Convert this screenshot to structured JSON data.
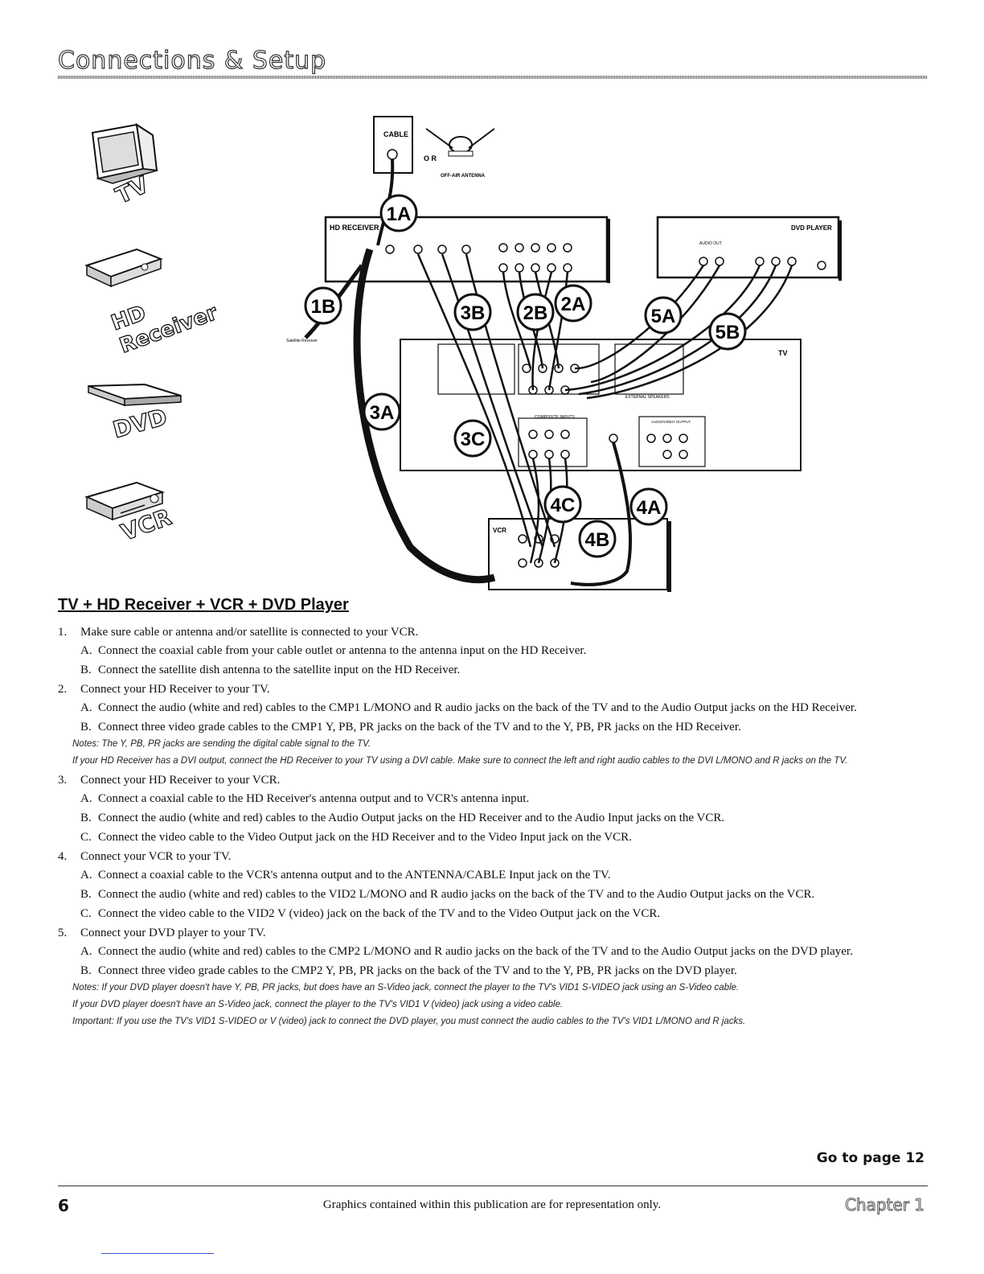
{
  "header": {
    "title": "Connections & Setup"
  },
  "devices": [
    {
      "label": "TV",
      "icon": "tv-icon"
    },
    {
      "label": "HD Receiver",
      "icon": "hd-receiver-icon"
    },
    {
      "label": "DVD",
      "icon": "dvd-player-icon"
    },
    {
      "label": "VCR",
      "icon": "vcr-icon"
    }
  ],
  "diagram": {
    "cable_label": "CABLE",
    "or_label": "O R",
    "antenna_label": "OFF-AIR ANTENNA",
    "hd_receiver_label": "HD RECEIVER",
    "satellite_label": "Satellite Receiver",
    "dvd_player_label": "DVD PLAYER",
    "dvd_audio_out": "AUDIO OUT",
    "tv_label": "TV",
    "composite_inputs": "COMPOSITE INPUTS",
    "audio_video_output": "AUDIO/VIDEO OUTPUT",
    "external_speakers": "EXTERNAL SPEAKERS",
    "vcr_label": "VCR",
    "callouts": [
      "1A",
      "1B",
      "2A",
      "2B",
      "3A",
      "3B",
      "3C",
      "4A",
      "4B",
      "4C",
      "5A",
      "5B"
    ]
  },
  "section": {
    "title": "TV + HD Receiver + VCR + DVD Player"
  },
  "steps": [
    {
      "num": "1.",
      "title": "Make sure cable or antenna and/or satellite is connected to your VCR.",
      "subs": [
        {
          "letter": "A.",
          "text": "Connect the coaxial cable from your cable outlet or antenna to the antenna input on the HD Receiver."
        },
        {
          "letter": "B.",
          "text": "Connect the satellite dish antenna to the satellite input on the HD Receiver."
        }
      ],
      "notes": []
    },
    {
      "num": "2.",
      "title": "Connect your HD Receiver to your TV.",
      "subs": [
        {
          "letter": "A.",
          "text": "Connect the audio (white and red) cables to the CMP1 L/MONO and R audio jacks on the back of the TV and to the Audio Output jacks on the HD Receiver."
        },
        {
          "letter": "B.",
          "text": "Connect three video grade cables to the CMP1 Y, PB, PR jacks on the back of the TV and to the Y, PB, PR jacks on the HD Receiver."
        }
      ],
      "notes": [
        "Notes: The Y, PB, PR jacks are sending the digital cable signal to the TV.",
        "If your HD Receiver has a DVI output, connect the HD Receiver to your TV using a DVI cable. Make sure to connect the left and right audio cables to the DVI L/MONO and R jacks on the TV."
      ]
    },
    {
      "num": "3.",
      "title": "Connect your HD Receiver to your VCR.",
      "subs": [
        {
          "letter": "A.",
          "text": "Connect a coaxial cable to the HD Receiver's antenna output and to VCR's antenna input."
        },
        {
          "letter": "B.",
          "text": "Connect the audio (white and red) cables to the Audio Output jacks on the HD Receiver and to the Audio Input jacks on the VCR."
        },
        {
          "letter": "C.",
          "text": "Connect the video cable to the Video Output jack on the HD Receiver and to the Video Input jack on the VCR."
        }
      ],
      "notes": []
    },
    {
      "num": "4.",
      "title": "Connect your VCR to your TV.",
      "subs": [
        {
          "letter": "A.",
          "text": "Connect a coaxial cable to the VCR's antenna output and to the ANTENNA/CABLE Input jack on the TV."
        },
        {
          "letter": "B.",
          "text": "Connect the audio (white and red) cables to the VID2 L/MONO and R audio jacks on the back of the TV and to the Audio Output jacks on the VCR."
        },
        {
          "letter": "C.",
          "text": "Connect the video cable to the VID2 V (video) jack on the back of the TV and to the Video Output jack on the VCR."
        }
      ],
      "notes": []
    },
    {
      "num": "5.",
      "title": "Connect your DVD player to your TV.",
      "subs": [
        {
          "letter": "A.",
          "text": "Connect the audio (white and red) cables to the CMP2 L/MONO and R audio jacks on the back of the TV and to the Audio Output jacks on the DVD player."
        },
        {
          "letter": "B.",
          "text": "Connect three video grade cables to the CMP2 Y, PB, PR jacks on the back of the TV and to the Y, PB, PR jacks on the DVD player."
        }
      ],
      "notes": [
        "Notes: If your DVD player doesn't have Y, PB, PR jacks, but does have an S-Video jack, connect the player to the TV's VID1 S-VIDEO jack using an S-Video cable.",
        "If your DVD player doesn't have an S-Video jack, connect the player to the TV's VID1 V (video) jack using a video cable.",
        "Important: If you use the TV's VID1 S-VIDEO or V (video) jack to connect the DVD player, you must connect the audio cables to the TV's VID1 L/MONO and R jacks."
      ]
    }
  ],
  "goto": "Go to page 12",
  "footer": {
    "page_number": "6",
    "text": "Graphics contained within this publication are for representation only.",
    "chapter": "Chapter 1"
  }
}
